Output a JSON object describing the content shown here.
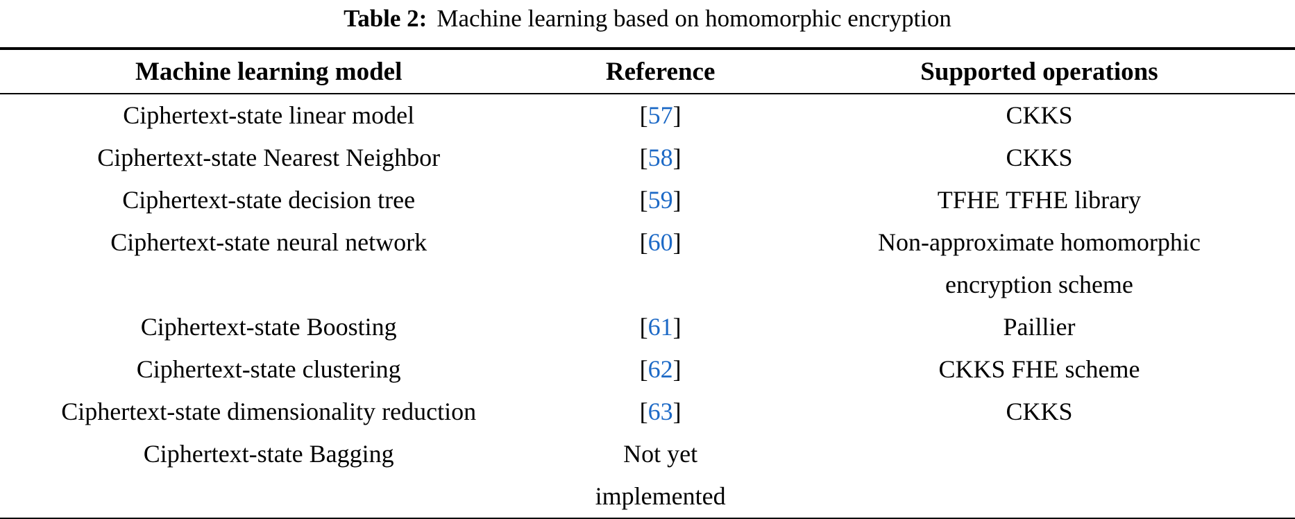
{
  "caption": {
    "label": "Table 2:",
    "text": "Machine learning based on homomorphic encryption"
  },
  "table": {
    "columns": [
      "Machine learning model",
      "Reference",
      "Supported operations"
    ],
    "bracket_open": "[",
    "bracket_close": "]",
    "rows": [
      {
        "model": "Ciphertext-state linear model",
        "ref": "57",
        "ops": "CKKS"
      },
      {
        "model": "Ciphertext-state Nearest Neighbor",
        "ref": "58",
        "ops": "CKKS"
      },
      {
        "model": "Ciphertext-state decision tree",
        "ref": "59",
        "ops": "TFHE TFHE library"
      },
      {
        "model": "Ciphertext-state neural network",
        "ref": "60",
        "ops": "Non-approximate homomorphic encryption scheme"
      },
      {
        "model": "Ciphertext-state Boosting",
        "ref": "61",
        "ops": "Paillier"
      },
      {
        "model": "Ciphertext-state clustering",
        "ref": "62",
        "ops": "CKKS FHE scheme"
      },
      {
        "model": "Ciphertext-state dimensionality reduction",
        "ref": "63",
        "ops": "CKKS"
      },
      {
        "model": "Ciphertext-state Bagging",
        "ref_note": "Not yet implemented",
        "ops": ""
      }
    ],
    "colors": {
      "reference_link": "#1c69c6",
      "text": "#000000",
      "rule": "#000000"
    }
  }
}
